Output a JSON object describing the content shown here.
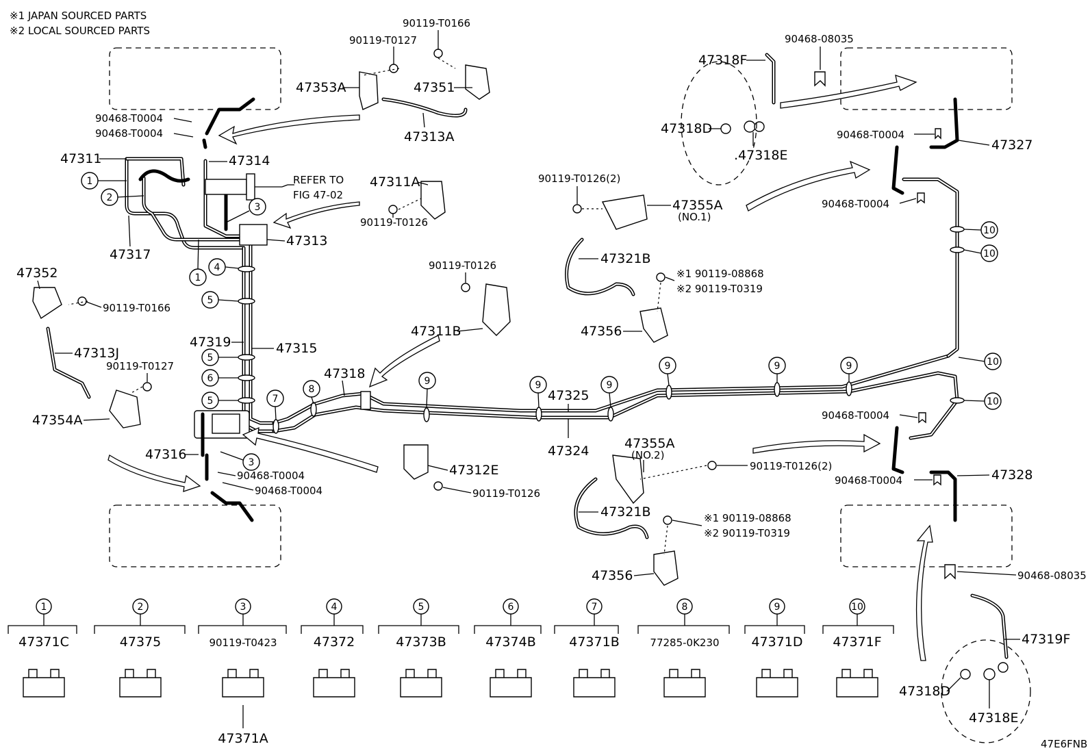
{
  "notes": [
    "※1 JAPAN SOURCED PARTS",
    "※2 LOCAL SOURCED PARTS"
  ],
  "footer_code": "47E6FNB",
  "refer": {
    "line1": "REFER TO",
    "line2": "FIG 47-02"
  },
  "labels": {
    "p47311": "47311",
    "p47317": "47317",
    "p47314": "47314",
    "p47313": "47313",
    "p47352": "47352",
    "p47313J": "47313J",
    "p47354A": "47354A",
    "p47316": "47316",
    "p47319": "47319",
    "p47315": "47315",
    "p47318": "47318",
    "p47353A": "47353A",
    "p47351": "47351",
    "p47313A": "47313A",
    "p47311A": "47311A",
    "p47311B": "47311B",
    "p47312E": "47312E",
    "p47325": "47325",
    "p47324": "47324",
    "p47355A_1": "47355A",
    "p47355A_1_sub": "(NO.1)",
    "p47355A_2": "47355A",
    "p47355A_2_sub": "(NO.2)",
    "p47321B_1": "47321B",
    "p47321B_2": "47321B",
    "p47356_1": "47356",
    "p47356_2": "47356",
    "p47318F": "47318F",
    "p47318D_1": "47318D",
    "p47318E_1": ".47318E",
    "p47327": "47327",
    "p47328": "47328",
    "p47319F": "47319F",
    "p47318D_2": "47318D",
    "p47318E_2": "47318E",
    "b0166": "90119-T0166",
    "b0127": "90119-T0127",
    "c0004a": "90468-T0004",
    "c0004b": "90468-T0004",
    "b0126_a": "90119-T0126",
    "b0166_b": "90119-T0166",
    "b0127_b": "90119-T0127",
    "c0004c": "90468-T0004",
    "c0004d": "90468-T0004",
    "b0126_b": "90119-T0126",
    "b0126_c": "90119-T0126",
    "b0126x2_a": "90119-T0126(2)",
    "b0126x2_b": "90119-T0126(2)",
    "b08868_a": "※1 90119-08868",
    "b0319_a": "※2 90119-T0319",
    "b08868_b": "※1 90119-08868",
    "b0319_b": "※2 90119-T0319",
    "c08035_a": "90468-08035",
    "c08035_b": "90468-08035",
    "c0004e": "90468-T0004",
    "c0004f": "90468-T0004",
    "c0004g": "90468-T0004",
    "c0004h": "90468-T0004"
  },
  "callouts": {
    "n1": "1",
    "n2": "2",
    "n3": "3",
    "n4": "4",
    "n5": "5",
    "n6": "6",
    "n7": "7",
    "n8": "8",
    "n9": "9",
    "n10": "10"
  },
  "legend": [
    {
      "num": "1",
      "part": "47371C"
    },
    {
      "num": "2",
      "part": "47375"
    },
    {
      "num": "3",
      "part": "90119-T0423",
      "sub": "47371A"
    },
    {
      "num": "4",
      "part": "47372"
    },
    {
      "num": "5",
      "part": "47373B"
    },
    {
      "num": "6",
      "part": "47374B"
    },
    {
      "num": "7",
      "part": "47371B"
    },
    {
      "num": "8",
      "part": "77285-0K230"
    },
    {
      "num": "9",
      "part": "47371D"
    },
    {
      "num": "10",
      "part": "47371F"
    }
  ]
}
